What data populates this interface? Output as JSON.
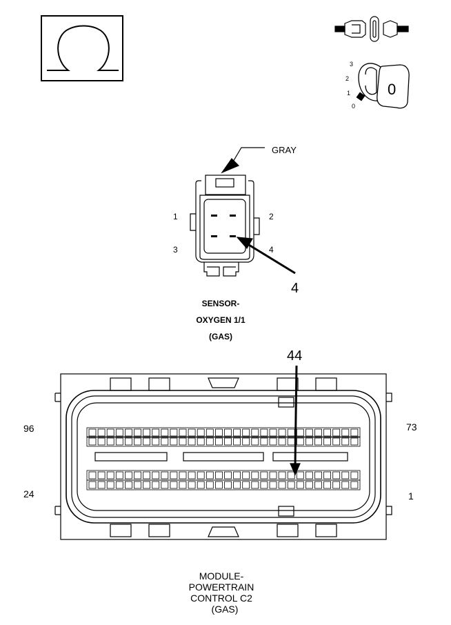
{
  "icons": {
    "ohmmeter": "ohm-symbol-icon",
    "connector_unplugged": "connector-unplugged-icon",
    "ignition": "ignition-switch-off-icon"
  },
  "ignition": {
    "positions": [
      "3",
      "2",
      "1",
      "0"
    ],
    "key_label": "0"
  },
  "sensor": {
    "wire_color": "GRAY",
    "pin_labels": [
      "1",
      "2",
      "3",
      "4"
    ],
    "test_pin": "4",
    "title_lines": [
      "SENSOR-",
      "OXYGEN 1/1",
      "(GAS)"
    ]
  },
  "module": {
    "test_pin": "44",
    "corner_labels": {
      "top_left": "96",
      "top_right": "73",
      "bottom_left": "24",
      "bottom_right": "1"
    },
    "title_lines": [
      "MODULE-",
      "POWERTRAIN",
      "CONTROL C2",
      "(GAS)"
    ]
  },
  "colors": {
    "line": "#000000",
    "background": "#ffffff"
  }
}
